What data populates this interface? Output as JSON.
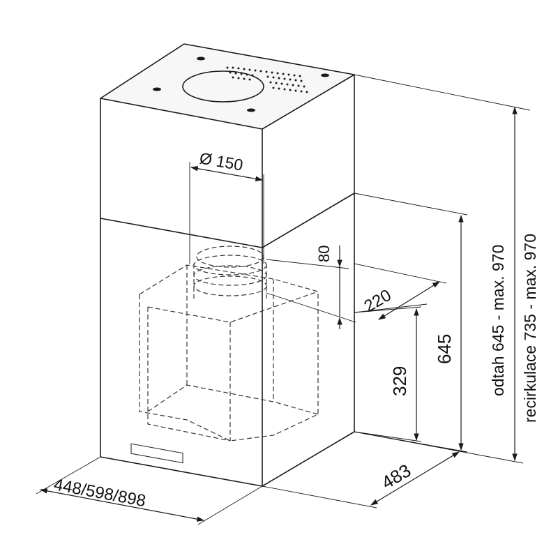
{
  "dimensions": {
    "duct_diameter": "Ø 150",
    "collar_height": "80",
    "duct_offset": "220",
    "lower_height": "329",
    "body_height": "645",
    "depth": "483",
    "width_options": "448/598/898",
    "extraction_height": "odtah 645 - max. 970",
    "recirculation_height": "recirkulace 735 - max. 970"
  },
  "colors": {
    "line": "#1a1a1a",
    "background": "#ffffff"
  }
}
